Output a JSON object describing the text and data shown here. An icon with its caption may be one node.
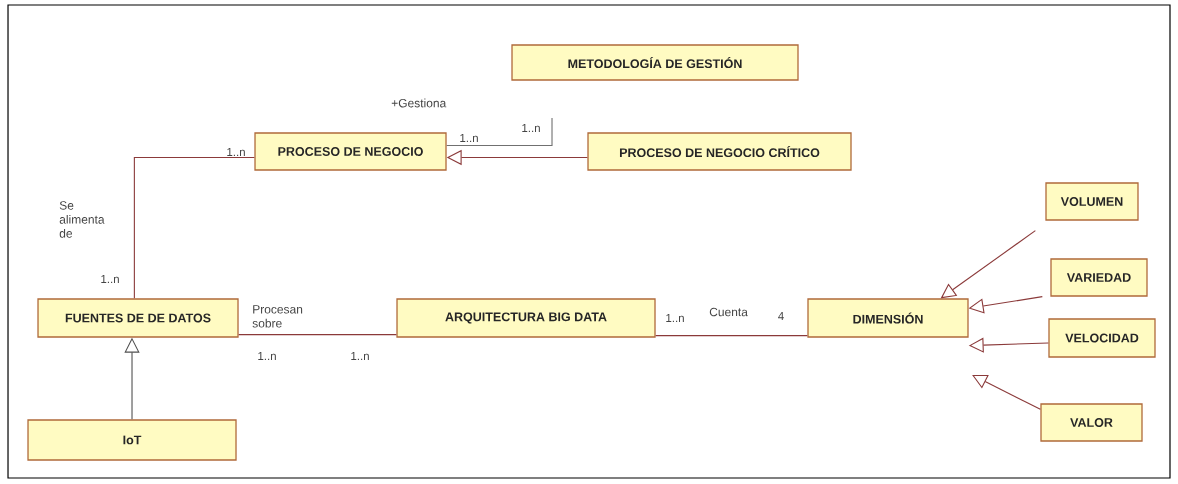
{
  "diagram": {
    "nodes": [
      {
        "text": [
          "METODOLOGÍA DE GESTIÓN"
        ]
      },
      {
        "text": [
          "PROCESO DE NEGOCIO"
        ]
      },
      {
        "text": [
          "PROCESO DE NEGOCIO CRÍTICO"
        ]
      },
      {
        "text": [
          "VOLUMEN"
        ]
      },
      {
        "text": [
          "VARIEDAD"
        ]
      },
      {
        "text": [
          "FUENTES DE  DE DATOS"
        ]
      },
      {
        "text": [
          "ARQUITECTURA BIG DATA"
        ]
      },
      {
        "text": [
          "DIMENSIÓN"
        ]
      },
      {
        "text": [
          "VELOCIDAD"
        ]
      },
      {
        "text": [
          "IoT"
        ]
      },
      {
        "text": [
          "VALOR"
        ]
      }
    ],
    "edges": [
      {
        "from": 5,
        "to": 1,
        "arrow": "none",
        "label": "Se alimenta de"
      },
      {
        "from": 5,
        "to": 6,
        "arrow": "none",
        "label": "Procesan sobre"
      },
      {
        "from": 1,
        "to": null,
        "arrow": "none",
        "label": "+Gestiona",
        "color": "#707070"
      },
      {
        "from": 2,
        "to": 1,
        "arrow": "to"
      },
      {
        "from": 9,
        "to": 5,
        "arrow": "to",
        "color": "#505050"
      },
      {
        "from": 6,
        "to": 7,
        "arrow": "none",
        "label": "Cuenta"
      },
      {
        "from": 3,
        "to": 7,
        "arrow": "to"
      },
      {
        "from": 4,
        "to": 7,
        "arrow": "to"
      },
      {
        "from": 8,
        "to": 7,
        "arrow": "to"
      },
      {
        "from": 10,
        "to": null,
        "arrow": "to"
      }
    ],
    "labels": [
      "1..n",
      "1..n",
      "1..n",
      "1..n",
      "4",
      "1..n",
      "1..n",
      "1..n"
    ]
  }
}
